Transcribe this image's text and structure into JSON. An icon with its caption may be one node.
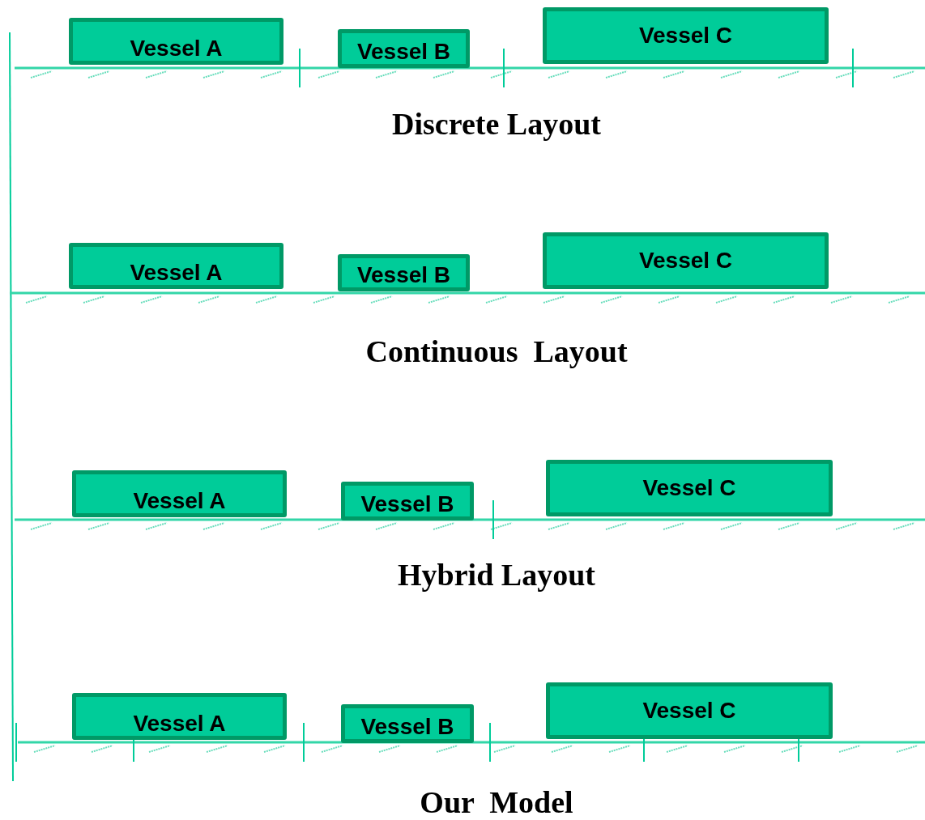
{
  "diagram": {
    "nodes": [
      {
        "text": [
          "Vessel A"
        ]
      },
      {
        "text": [
          "Vessel B"
        ]
      },
      {
        "text": [
          "Vessel C"
        ]
      },
      {
        "text": [
          "Vessel A"
        ]
      },
      {
        "text": [
          "Vessel B"
        ]
      },
      {
        "text": [
          "Vessel C"
        ]
      },
      {
        "text": [
          "Vessel A"
        ]
      },
      {
        "text": [
          "Vessel B"
        ]
      },
      {
        "text": [
          "Vessel C"
        ]
      },
      {
        "text": [
          "Vessel A"
        ]
      },
      {
        "text": [
          "Vessel B"
        ]
      },
      {
        "text": [
          "Vessel C"
        ]
      }
    ],
    "labels": [
      "Discrete Layout",
      "Continuous  Layout",
      "Hybrid Layout",
      "Our  Model"
    ]
  }
}
